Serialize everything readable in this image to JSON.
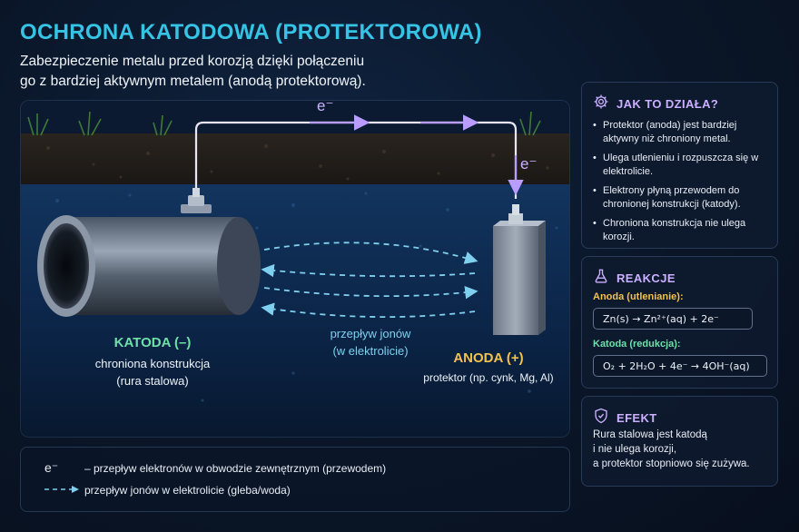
{
  "title": "OCHRONA KATODOWA (PROTEKTOROWA)",
  "subtitle_line1": "Zabezpieczenie metalu przed korozją dzięki połączeniu",
  "subtitle_line2": "go z bardziej aktywnym metalem (anodą protektorową).",
  "scene": {
    "electron_symbol": "e⁻",
    "cathode_title": "KATODA (–)",
    "cathode_desc1": "chroniona konstrukcja",
    "cathode_desc2": "(rura stalowa)",
    "anode_title": "ANODA (+)",
    "anode_desc": "protektor (np. cynk, Mg, Al)",
    "ion_flow1": "przepływ jonów",
    "ion_flow2": "(w elektrolicie)"
  },
  "legend": {
    "electron_symbol": "e⁻",
    "electron_text": "– przepływ elektronów w obwodzie zewnętrznym (przewodem)",
    "ion_text": "przepływ jonów w elektrolicie (gleba/woda)"
  },
  "how": {
    "title": "JAK TO DZIAŁA?",
    "bullets": [
      "Protektor (anoda) jest bardziej aktywny niż chroniony metal.",
      "Ulega utlenieniu i rozpuszcza się w elektrolicie.",
      "Elektrony płyną przewodem do chronionej konstrukcji (katody).",
      "Chroniona konstrukcja nie ulega korozji."
    ]
  },
  "reactions": {
    "title": "REAKCJE",
    "anode_label": "Anoda (utlenianie):",
    "anode_eq": "Zn(s)  →  Zn²⁺(aq)  +  2e⁻",
    "cathode_label": "Katoda (redukcja):",
    "cathode_eq": "O₂  +  2H₂O  +  4e⁻  →  4OH⁻(aq)"
  },
  "effect": {
    "title": "EFEKT",
    "line1": "Rura stalowa jest katodą",
    "line2": "i nie ulega korozji,",
    "line3": "a protektor stopniowo się zużywa."
  },
  "colors": {
    "title": "#35c4e6",
    "cathode": "#6fe0a8",
    "anode": "#f3c14e",
    "accent": "#cbb0ff",
    "ion_arrow": "#7fd0ee",
    "electron_wire": "#b89cff"
  }
}
